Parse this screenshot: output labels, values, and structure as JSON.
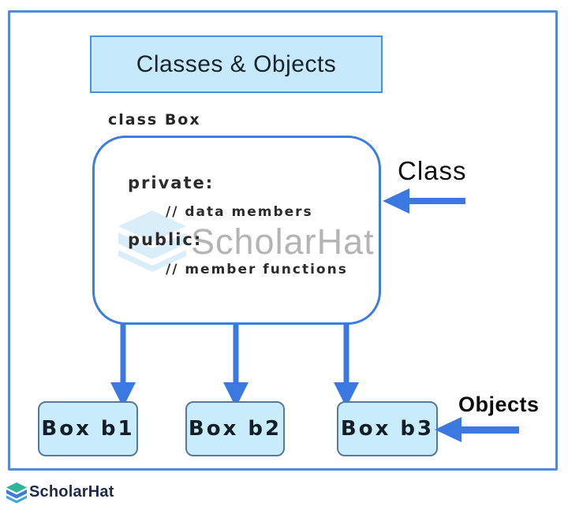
{
  "diagram": {
    "title": "Classes & Objects",
    "class_name_label": "class Box",
    "code": {
      "private_line": "private:",
      "data_members_comment": "// data members",
      "public_line": "public:",
      "member_functions_comment": "// member functions"
    },
    "class_annotation": "Class",
    "objects_annotation": "Objects",
    "objects": [
      {
        "label": "Box b1"
      },
      {
        "label": "Box b2"
      },
      {
        "label": "Box b3"
      }
    ],
    "watermark_text": "ScholarHat",
    "footer_brand": "ScholarHat"
  },
  "colors": {
    "outer_border": "#5588d8",
    "title_fill": "#c6eafb",
    "title_border": "#4a90d9",
    "class_box_border": "#3d7ce0",
    "arrow": "#3b78e0",
    "object_fill": "#c9ecfb",
    "object_border": "#55789b",
    "watermark_text": "#b4b4b4",
    "watermark_logo": "#d9eef9",
    "logo_teal": "#2eb49a",
    "logo_blue": "#3a7fd4",
    "logo_light_blue": "#3fa7e0",
    "footer_text": "#1c2b4a"
  }
}
